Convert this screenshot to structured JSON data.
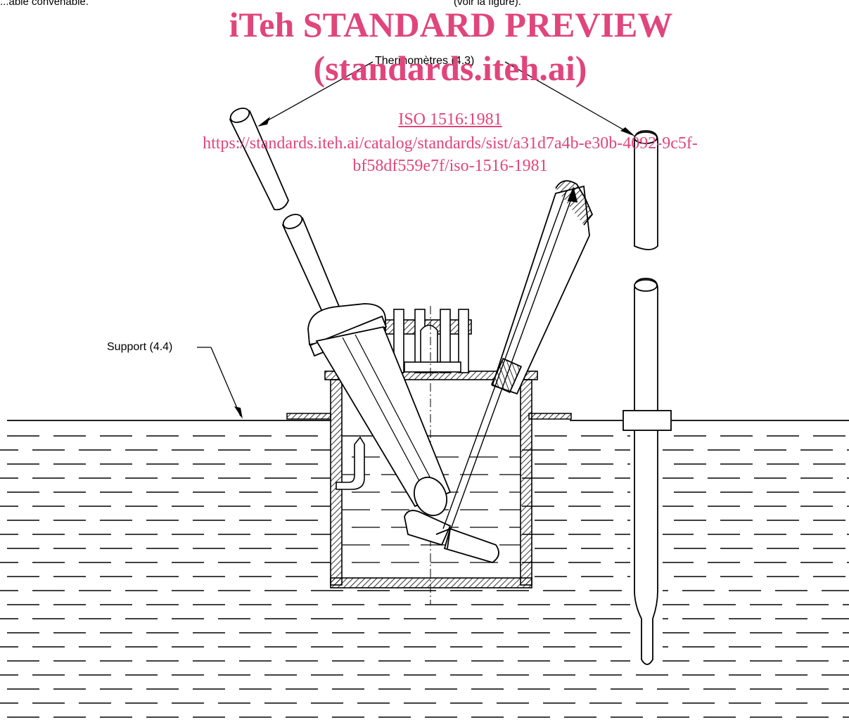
{
  "top_fragments": {
    "left": "...able convenable.",
    "right": "(voir la figure)."
  },
  "labels": {
    "thermometers": "Thermomètres (4.3)",
    "support": "Support (4.4)"
  },
  "watermark": {
    "title": "iTeh STANDARD PREVIEW",
    "subtitle": "(standards.iteh.ai)",
    "iso_ref": "ISO 1516:1981",
    "url_line1": "https://standards.iteh.ai/catalog/standards/sist/a31d7a4b-e30b-4092-9c5f-",
    "url_line2": "bf58df559e7f/iso-1516-1981",
    "color": "#e0457b"
  }
}
